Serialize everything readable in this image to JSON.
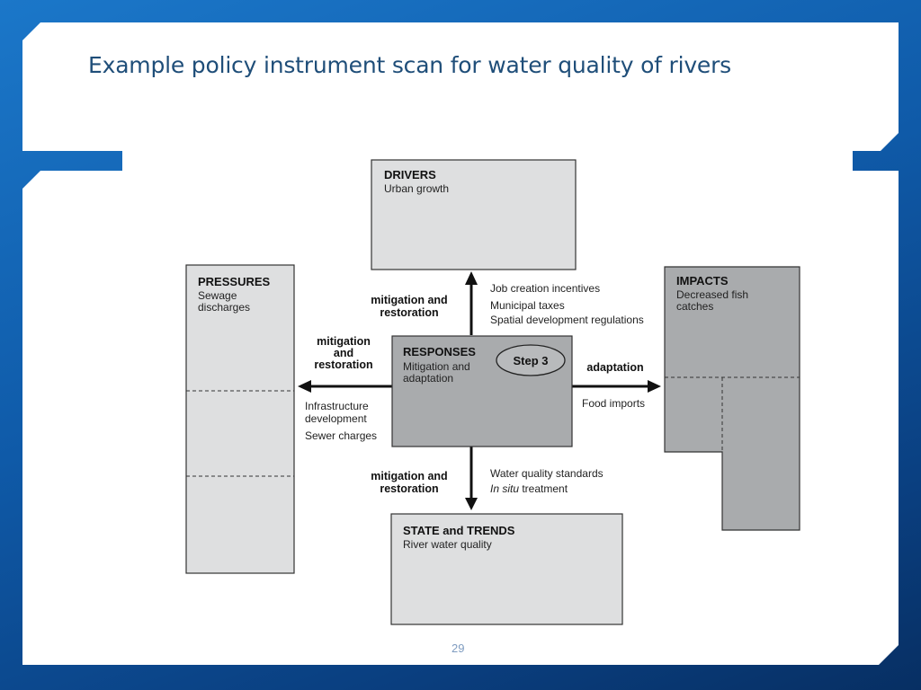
{
  "slide": {
    "title": "Example policy instrument scan for water quality of rivers",
    "page_number": "29"
  },
  "diagram": {
    "drivers": {
      "heading": "DRIVERS",
      "text": "Urban growth"
    },
    "pressures": {
      "heading": "PRESSURES",
      "text_line1": "Sewage",
      "text_line2": "discharges"
    },
    "impacts": {
      "heading": "IMPACTS",
      "text_line1": "Decreased fish",
      "text_line2": "catches"
    },
    "responses": {
      "heading": "RESPONSES",
      "text_line1": "Mitigation and",
      "text_line2": "adaptation",
      "step_label": "Step 3"
    },
    "state": {
      "heading": "STATE and TRENDS",
      "text": "River water quality"
    },
    "arrow_up": {
      "label_line1": "mitigation and",
      "label_line2": "restoration",
      "instruments": [
        "Job creation incentives",
        "Municipal taxes",
        "Spatial development regulations"
      ]
    },
    "arrow_left": {
      "label_line1": "mitigation",
      "label_line2": "and",
      "label_line3": "restoration",
      "instruments": [
        "Infrastructure",
        "development",
        "Sewer charges"
      ]
    },
    "arrow_right": {
      "label": "adaptation",
      "instruments": [
        "Food imports"
      ]
    },
    "arrow_down": {
      "label_line1": "mitigation and",
      "label_line2": "restoration",
      "instrument_1": "Water quality standards",
      "instrument_2_italic": "In situ",
      "instrument_2_rest": " treatment"
    }
  }
}
